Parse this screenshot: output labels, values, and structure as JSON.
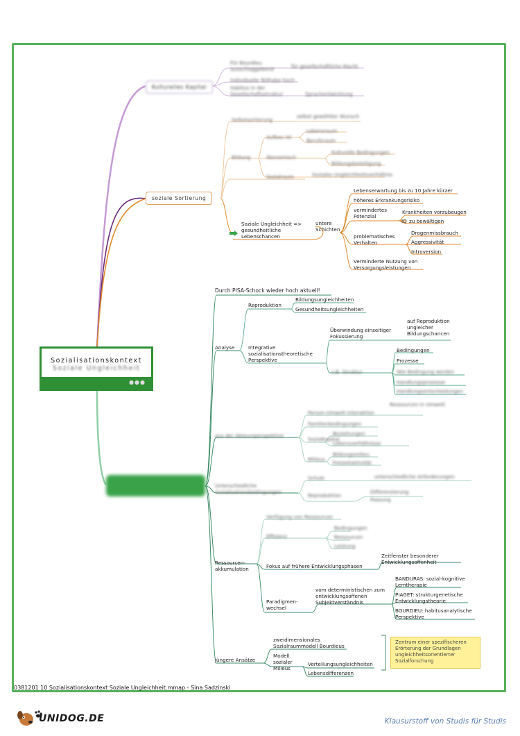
{
  "mindmap": {
    "central": {
      "title": "Sozialisationskontext",
      "subtitle": "Soziale Ungleichheit"
    },
    "branch_top": {
      "label": "Kulturelles Kapital",
      "children": [
        "Für Bourdieu ausschlaggebend",
        "für gesellschaftliche Macht",
        "Individuelle Teilhabe hoch",
        "Habitus in der Gesellschaftsstruktur",
        "Sprachentwicklung"
      ]
    },
    "branch_sortierung": {
      "label": "soziale Sortierung",
      "children_blur": [
        "Selbstsortierung",
        "selbst gewählter Wunsch",
        "Bildung",
        "Aufbau ist",
        "Lebensraum",
        "Berufsraum",
        "ökonomisch",
        "Kulturelle Bedingungen",
        "Bildungsbeteiligung",
        "Sozialraum",
        "Soziales Ungleichheitsverhältnis"
      ],
      "health": {
        "label": "Soziale Ungleichheit => gesundheitliche Lebenschancen",
        "lower": "untere Schichten",
        "items": [
          "Lebenserwartung bis zu 10 Jahre kürzer",
          "höheres Erkrankungsrisiko",
          "vermindertes Potenzial",
          "Krankheiten vorzubeugen",
          "IQ",
          "zu bewältigen",
          "problematisches Verhalten",
          "Drogenmissbrauch",
          "Aggressivität",
          "Introversion",
          "Verminderte Nutzung von Versorgungsleistungen"
        ]
      }
    },
    "pisa": "Durch PISA-Schock wieder hoch aktuell!",
    "analyse": {
      "label": "Analyse",
      "reproduktion": "Reproduktion",
      "bildungsungleichheiten": "Bildungsungleichheiten",
      "gesundheitsungleichheiten": "Gesundheitsungleichheiten",
      "integrative": "Integrative sozialisationstheoretische Perspektive",
      "ueberwindung": "Überwindung einseitiger Fokussierung",
      "auf_reproduktion": "auf Reproduktion ungleicher Bildungschancen",
      "blur_sub": "z.B. Struktur",
      "bedingungen": "Bedingungen",
      "prozesse": "Prozesse",
      "blur_items": [
        "Wie Bedingung werden",
        "Handlungsprozesse",
        "Handlungsentscheidungen"
      ]
    },
    "mid_blur": {
      "label1": "aus der Akteursperspektive",
      "items1": [
        "Person-Umwelt-Interaktion",
        "Ressourcen in Umwelt",
        "Familienbedingungen",
        "Sozialkapital",
        "Beziehungen",
        "Lebensverhältnisse",
        "Milieus",
        "Bildungsmilieu",
        "Freizeitaktivität"
      ],
      "label2": "Unterschiedliche Sozialisationsbedingungen",
      "items2": [
        "Schule",
        "unterschiedliche Anforderungen",
        "Reproduktion",
        "Differenzierung",
        "Passung"
      ],
      "label3": "Verfügung von Ressourcen",
      "items3": [
        "Effizienz",
        "Bedingungen",
        "Ressourcen",
        "Leistung"
      ]
    },
    "ressourcen": {
      "label": "Ressourcen-akkumulation",
      "fokus": "Fokus auf frühere Entwicklungsphasen",
      "zeitfenster": "Zeitfenster besonderer Entwicklungsoffenheit",
      "paradigmen": "Paradigmen-wechsel",
      "vom": "vom deterministischen zum entwicklungsoffenen Subjektverständnis",
      "bandura": "BANDURAS: sozial-kognitive Lerntherapie",
      "piaget": "PIAGET: strukturgenetische Entwicklungstheorie",
      "bourdieu": "BOURDIEU: habitusanalytische Perspektive"
    },
    "juengere": {
      "label": "jüngere Ansätze",
      "zweidim": "zweidimensionales Sozialraummodell Bourdieus",
      "modell": "Modell sozialer Milieus",
      "verteilung": "Verteilungsungleichheiten",
      "lebens": "Lebensdifferenzen",
      "yellow": "Zentrum einer spezifischeren Erörterung der Grundlagen ungleichheitsorientierter Sozialforschung"
    }
  },
  "footer": {
    "path": "0381201 10 Sozialisationskontext Soziale Ungleichheit.mmap - Sina Sadzinski",
    "logo": "UNIDOG.DE",
    "slogan": "Klausurstoff von Studis für Studis"
  },
  "colors": {
    "frame": "#57b05a",
    "central": "#2f8f35",
    "orange": "#e0963c",
    "purple": "#b48ac8",
    "teal": "#2e8a6a"
  }
}
